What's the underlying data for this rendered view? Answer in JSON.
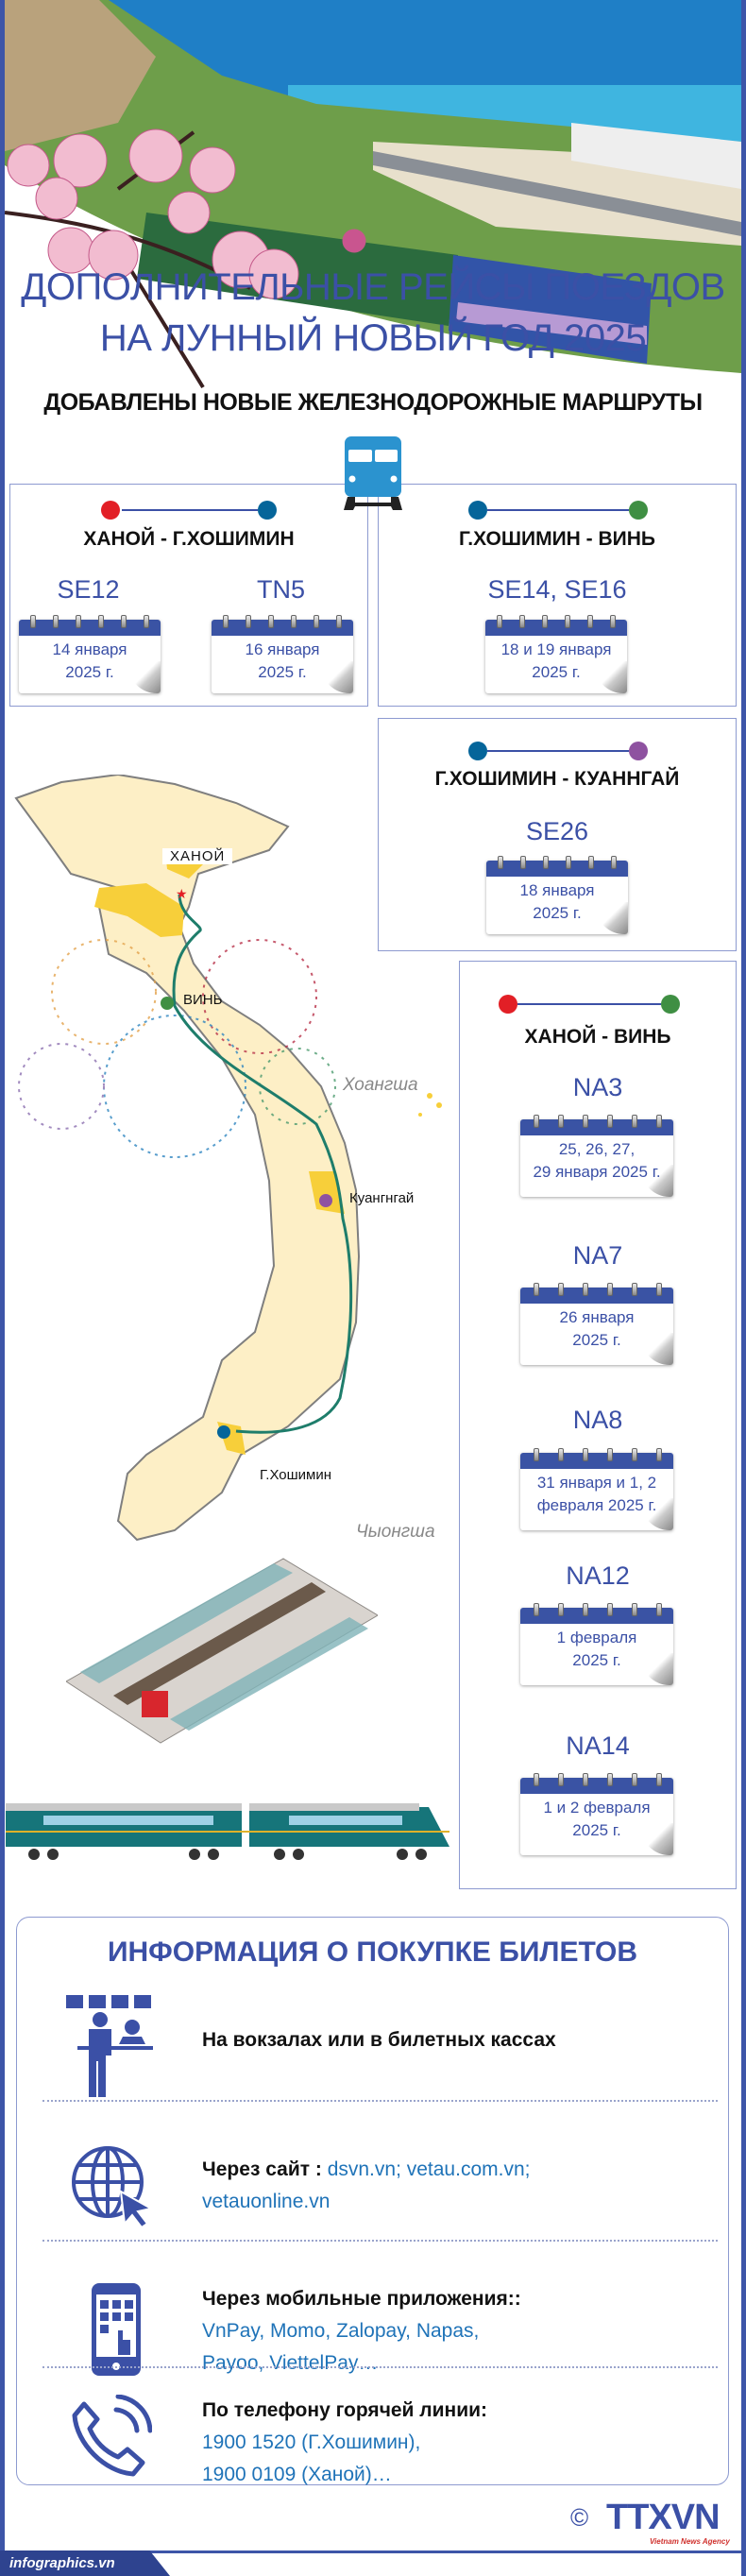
{
  "header": {
    "title_line1": "ДОПОЛНИТЕЛЬНЫЕ РЕЙСЫ ПОЕЗДОВ",
    "title_line2": "НА ЛУННЫЙ НОВЫЙ ГОД 2025",
    "subtitle": "ДОБАВЛЕНЫ НОВЫЕ ЖЕЛЕЗНОДОРОЖНЫЕ МАРШРУТЫ"
  },
  "routes": [
    {
      "name": "ХАНОЙ - Г.ХОШИМИН",
      "trains": [
        {
          "code": "SE12",
          "date_l1": "14 января",
          "date_l2": "2025 г."
        },
        {
          "code": "TN5",
          "date_l1": "16 января",
          "date_l2": "2025 г."
        }
      ]
    },
    {
      "name": "Г.ХОШИМИН - ВИНЬ",
      "trains": [
        {
          "code": "SE14, SE16",
          "date_l1": "18 и 19 января",
          "date_l2": "2025 г."
        }
      ]
    },
    {
      "name": "Г.ХОШИМИН - КУАННГАЙ",
      "trains": [
        {
          "code": "SE26",
          "date_l1": "18 января",
          "date_l2": "2025 г."
        }
      ]
    },
    {
      "name": "ХАНОЙ - ВИНЬ",
      "trains": [
        {
          "code": "NA3",
          "date_l1": "25, 26, 27,",
          "date_l2": "29 января 2025 г."
        },
        {
          "code": "NA7",
          "date_l1": "26 января",
          "date_l2": "2025 г."
        },
        {
          "code": "NA8",
          "date_l1": "31 января и 1, 2",
          "date_l2": "февраля 2025 г."
        },
        {
          "code": "NA12",
          "date_l1": "1 февраля",
          "date_l2": "2025 г."
        },
        {
          "code": "NA14",
          "date_l1": "1 и 2 февраля",
          "date_l2": "2025 г."
        }
      ]
    }
  ],
  "map": {
    "hanoi": "ХАНОЙ",
    "vinh": "ВИНЬ",
    "quangngai": "Куангнгай",
    "hcm": "Г.Хошимин",
    "hoangsa": "Хоангша",
    "truongsa": "Чыонгша"
  },
  "info": {
    "title": "ИНФОРМАЦИЯ О ПОКУПКЕ БИЛЕТОВ",
    "stations": "На вокзалах или в билетных кассах",
    "site_label": "Через сайт :",
    "site_links": "dsvn.vn; vetau.com.vn;",
    "site_links2": "vetauonline.vn",
    "apps_label": "Через мобильные приложения::",
    "apps_l1": "VnPay, Momo, Zalopay, Napas,",
    "apps_l2": "Payoo, ViettelPay…",
    "phone_label": "По телефону горячей линии:",
    "phone_l1": "1900 1520 (Г.Хошимин),",
    "phone_l2": "1900 0109 (Ханой)…"
  },
  "footer": {
    "copyright": "©",
    "logo": "TTXVN",
    "agency": "Vietnam News Agency",
    "site": "infographics.vn"
  },
  "colors": {
    "accent": "#3b50a6",
    "red": "#e21f26",
    "hcm": "#05659a",
    "vinh": "#3f8f43",
    "quangngai": "#8e52a0",
    "route": "#1e7d6b"
  }
}
